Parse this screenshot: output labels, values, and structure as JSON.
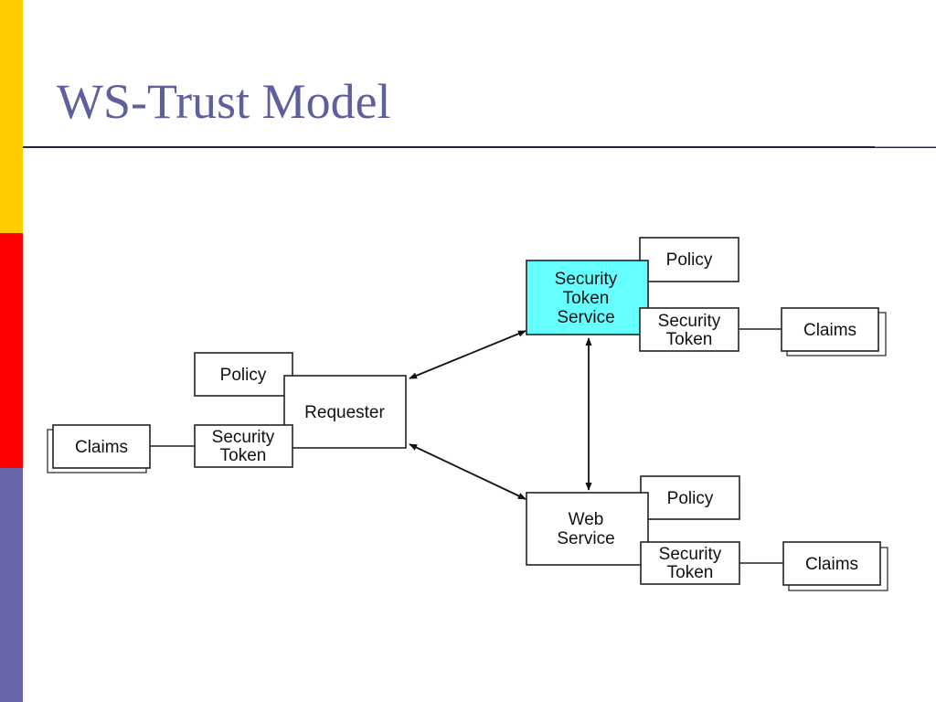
{
  "slide": {
    "title": "WS-Trust Model",
    "stripe_colors": [
      "#ffcc00",
      "#ff0000",
      "#6666a8"
    ],
    "title_color": "#5f5f9e"
  },
  "diagram": {
    "sts": {
      "line1": "Security",
      "line2": "Token",
      "line3": "Service",
      "fill": "#66ffff"
    },
    "sts_policy": "Policy",
    "sts_token": {
      "line1": "Security",
      "line2": "Token"
    },
    "sts_claims": "Claims",
    "requester": "Requester",
    "req_policy": "Policy",
    "req_token": {
      "line1": "Security",
      "line2": "Token"
    },
    "req_claims": "Claims",
    "web_service": {
      "line1": "Web",
      "line2": "Service"
    },
    "ws_policy": "Policy",
    "ws_token": {
      "line1": "Security",
      "line2": "Token"
    },
    "ws_claims": "Claims"
  }
}
